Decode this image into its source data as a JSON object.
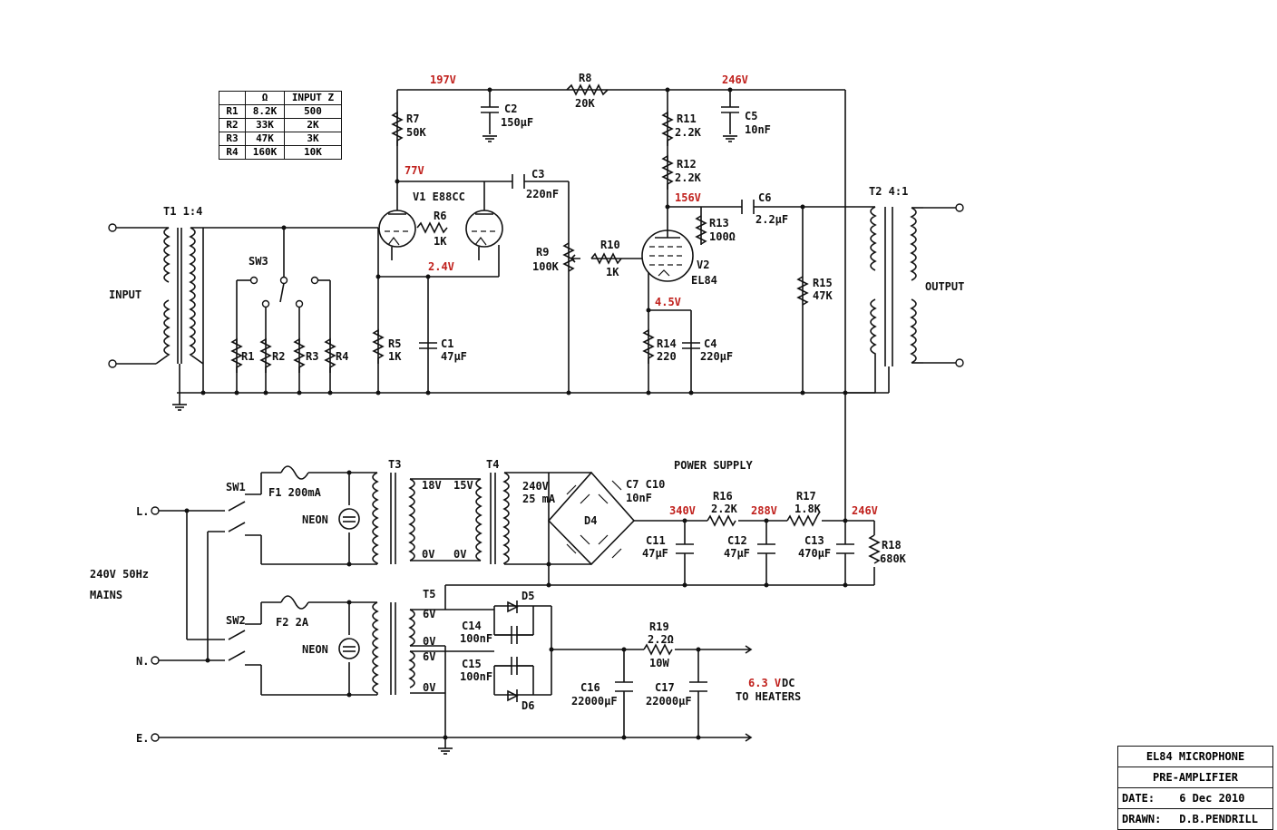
{
  "resistor_table": {
    "headers": [
      "",
      "Ω",
      "INPUT Z"
    ],
    "rows": [
      [
        "R1",
        "8.2K",
        "500"
      ],
      [
        "R2",
        "33K",
        "2K"
      ],
      [
        "R3",
        "47K",
        "3K"
      ],
      [
        "R4",
        "160K",
        "10K"
      ]
    ]
  },
  "labels": {
    "t1": "T1 1:4",
    "input": "INPUT",
    "sw3": "SW3",
    "r1": "R1",
    "r2": "R2",
    "r3": "R3",
    "r4": "R4",
    "r5": "R5",
    "r5v": "1K",
    "c1": "C1",
    "c1v": "47μF",
    "r7": "R7",
    "r7v": "50K",
    "c2": "C2",
    "c2v": "150μF",
    "v1": "V1  E88CC",
    "r6": "R6",
    "r6v": "1K",
    "c3": "C3",
    "c3v": "220nF",
    "r8": "R8",
    "r8v": "20K",
    "r9": "R9",
    "r9v": "100K",
    "r10": "R10",
    "r10v": "1K",
    "r11": "R11",
    "r11v": "2.2K",
    "r12": "R12",
    "r12v": "2.2K",
    "c5": "C5",
    "c5v": "10nF",
    "r13": "R13",
    "r13v": "100Ω",
    "v2": "V2",
    "v2t": "EL84",
    "r14": "R14",
    "r14v": "220",
    "c4": "C4",
    "c4v": "220μF",
    "c6": "C6",
    "c6v": "2.2μF",
    "r15": "R15",
    "r15v": "47K",
    "t2": "T2  4:1",
    "output": "OUTPUT",
    "power_supply": "POWER SUPPLY",
    "sw1": "SW1",
    "sw2": "SW2",
    "f1": "F1  200mA",
    "f2": "F2  2A",
    "neon1": "NEON",
    "neon2": "NEON",
    "t3": "T3",
    "t4": "T4",
    "t5": "T5",
    "v18": "18V",
    "v15": "15V",
    "v0a": "0V",
    "v0b": "0V",
    "t4a": "240V",
    "t4b": "25 mA",
    "c7c10": "C7  C10",
    "c7v": "10nF",
    "d4": "D4",
    "c11": "C11",
    "c11v": "47μF",
    "r16": "R16",
    "r16v": "2.2K",
    "c12": "C12",
    "c12v": "47μF",
    "r17": "R17",
    "r17v": "1.8K",
    "c13": "C13",
    "c13v": "470μF",
    "r18": "R18",
    "r18v": "680K",
    "l": "L.",
    "n": "N.",
    "e": "E.",
    "mains1": "240V  50Hz",
    "mains2": "MAINS",
    "t5a": "6V",
    "t5b": "0V",
    "t5c": "6V",
    "t5d": "0V",
    "c14": "C14",
    "c14v": "100nF",
    "c15": "C15",
    "c15v": "100nF",
    "d5": "D5",
    "d6": "D6",
    "r19": "R19",
    "r19v": "2.2Ω",
    "r19w": "10W",
    "c16": "C16",
    "c16v": "22000μF",
    "c17": "C17",
    "c17v": "22000μF",
    "heat_dc": "DC",
    "heat_to": "TO HEATERS"
  },
  "voltages": {
    "v197": "197V",
    "v246a": "246V",
    "v77": "77V",
    "v156": "156V",
    "v24": "2.4V",
    "v45": "4.5V",
    "v340": "340V",
    "v288": "288V",
    "v246b": "246V",
    "v63": "6.3 V"
  },
  "title_block": {
    "line1": "EL84 MICROPHONE",
    "line2": "PRE-AMPLIFIER",
    "date_label": "DATE:",
    "date_value": "6 Dec 2010",
    "drawn_label": "DRAWN:",
    "drawn_value": "D.B.PENDRILL"
  },
  "colors": {
    "voltage": "#c0201c",
    "ink": "#111111"
  }
}
